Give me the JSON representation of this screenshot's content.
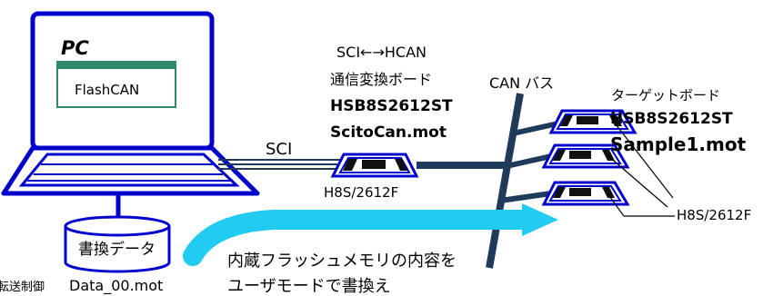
{
  "pc": {
    "label": "PC",
    "app_window_title": "FlashCAN"
  },
  "disk": {
    "label": "書換データ",
    "file": "Data_00.mot"
  },
  "cut_text": "転送制御",
  "link": {
    "sci_label": "SCI"
  },
  "converter_board": {
    "line1": "SCI←→HCAN",
    "line2": "通信変換ボード",
    "board_name": "HSB8S2612ST",
    "program": "ScitoCan.mot",
    "chip": "H8S/2612F"
  },
  "can_bus": {
    "label": "CAN バス"
  },
  "target_board": {
    "title": "ターゲットボード",
    "board_name": "HSB8S2612ST",
    "program": "Sample1.mot",
    "chip": "H8S/2612F"
  },
  "arrow_caption": {
    "line1": "内蔵フラッシュメモリの内容を",
    "line2": "ユーザモードで書換え"
  },
  "colors": {
    "navy": "#0000cc",
    "bus": "#1f3a5a",
    "arrow": "#22ccf0",
    "window_green": "#2f8a6a"
  }
}
